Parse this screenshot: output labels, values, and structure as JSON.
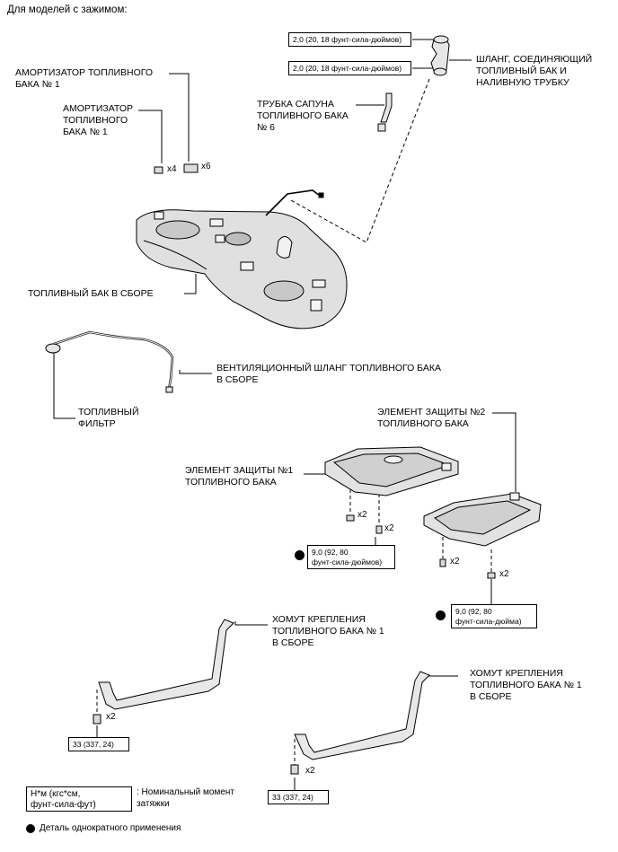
{
  "heading": "Для моделей с зажимом:",
  "labels": {
    "absorber_1": "АМОРТИЗАТОР ТОПЛИВНОГО\nБАКА № 1",
    "absorber_2": "АМОРТИЗАТОР\nТОПЛИВНОГО\nБАКА № 1",
    "breather_tube": "ТРУБКА САПУНА\nТОПЛИВНОГО БАКА\n№ 6",
    "filler_hose": "ШЛАНГ, СОЕДИНЯЮЩИЙ\nТОПЛИВНЫЙ БАК И\nНАЛИВНУЮ ТРУБКУ",
    "tank_assy": "ТОПЛИВНЫЙ БАК В СБОРЕ",
    "vent_hose": "ВЕНТИЛЯЦИОННЫЙ ШЛАНГ ТОПЛИВНОГО БАКА\nВ СБОРЕ",
    "fuel_filter": "ТОПЛИВНЫЙ\nФИЛЬТР",
    "protector_2": "ЭЛЕМЕНТ ЗАЩИТЫ №2\nТОПЛИВНОГО БАКА",
    "protector_1": "ЭЛЕМЕНТ ЗАЩИТЫ №1\nТОПЛИВНОГО БАКА",
    "band_1": "ХОМУТ КРЕПЛЕНИЯ\nТОПЛИВНОГО БАКА № 1\nВ СБОРЕ",
    "band_2": "ХОМУТ КРЕПЛЕНИЯ\nТОПЛИВНОГО БАКА № 1\nВ СБОРЕ"
  },
  "torque": {
    "hose_top": "2,0 (20, 18 фунт-сила-дюймов)",
    "hose_bottom": "2,0 (20, 18 фунт-сила-дюймов)",
    "protector_1": "9,0 (92, 80\nфунт-сила-дюймов)",
    "protector_2": "9,0 (92, 80\nфунт-сила-дюйма)",
    "band_1": "33 (337, 24)",
    "band_2": "33 (337, 24)"
  },
  "counts": {
    "absorber_small": "x4",
    "absorber_large": "x6",
    "protector_1_a": "x2",
    "protector_1_b": "x2",
    "protector_2_a": "x2",
    "protector_2_b": "x2",
    "band_1": "x2",
    "band_2": "x2"
  },
  "legend": {
    "unit_box": "Н*м (кгс*см,\nфунт-сила-фут)",
    "unit_text": ": Номинальный момент\nзатяжки",
    "single_use": "Деталь однократного применения"
  }
}
